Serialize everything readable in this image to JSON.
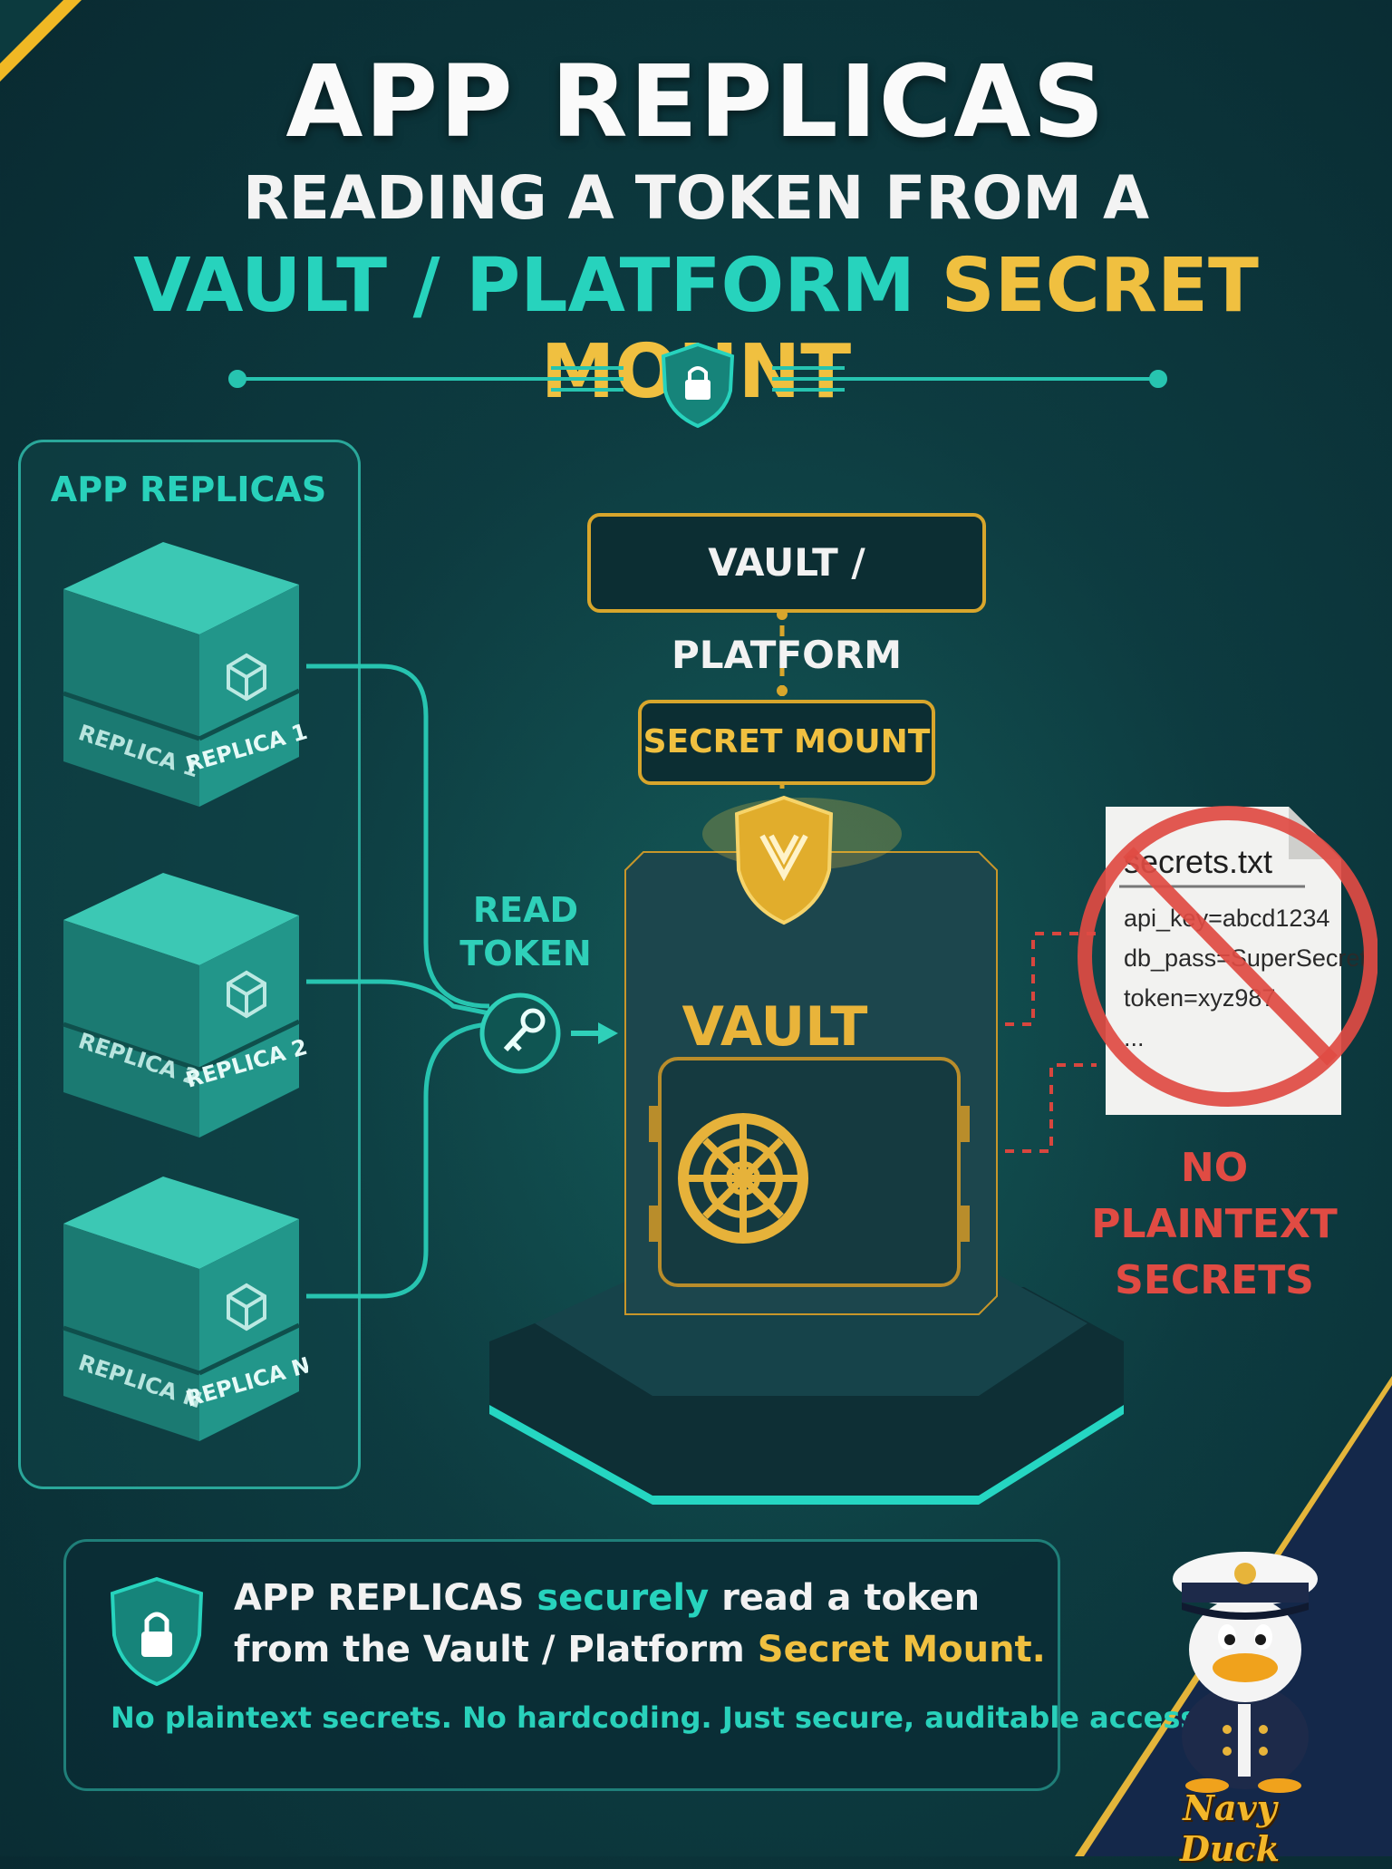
{
  "header": {
    "title_line1": "APP REPLICAS",
    "title_line2": "READING A TOKEN FROM A",
    "title_line3_part1": "VAULT / PLATFORM",
    "title_line3_part2": "SECRET MOUNT"
  },
  "sidebar": {
    "title": "APP REPLICAS",
    "replicas": [
      {
        "side_label": "REPLICA 1",
        "front_label": "REPLICA 1"
      },
      {
        "side_label": "REPLICA 2",
        "front_label": "REPLICA 2"
      },
      {
        "side_label": "REPLICA N",
        "front_label": "REPLICA N"
      }
    ]
  },
  "flow": {
    "action_line1": "READ",
    "action_line2": "TOKEN"
  },
  "vault": {
    "platform_label": "VAULT / PLATFORM",
    "mount_label": "SECRET MOUNT",
    "name": "VAULT"
  },
  "plaintext_file": {
    "filename": "secrets.txt",
    "lines": [
      "api_key=abcd1234",
      "db_pass=SuperSecret!",
      "token=xyz987",
      "..."
    ],
    "warning_line1": "NO PLAINTEXT",
    "warning_line2": "SECRETS"
  },
  "summary": {
    "line1_a": "APP REPLICAS ",
    "line1_b": "securely",
    "line1_c": " read a token",
    "line2_a": "from the Vault / Platform ",
    "line2_b": "Secret Mount.",
    "line3": "No plaintext secrets. No hardcoding. Just secure, auditable access."
  },
  "brand": {
    "name": "Navy Duck"
  },
  "colors": {
    "teal": "#27d3bd",
    "gold": "#f0c040",
    "red": "#e04b43",
    "background": "#0d3b40"
  },
  "icons": [
    "shield-lock-icon",
    "cube-icon",
    "key-icon",
    "vault-shield-icon",
    "vault-wheel-icon",
    "no-sign-icon",
    "lock-icon",
    "duck-mascot"
  ]
}
